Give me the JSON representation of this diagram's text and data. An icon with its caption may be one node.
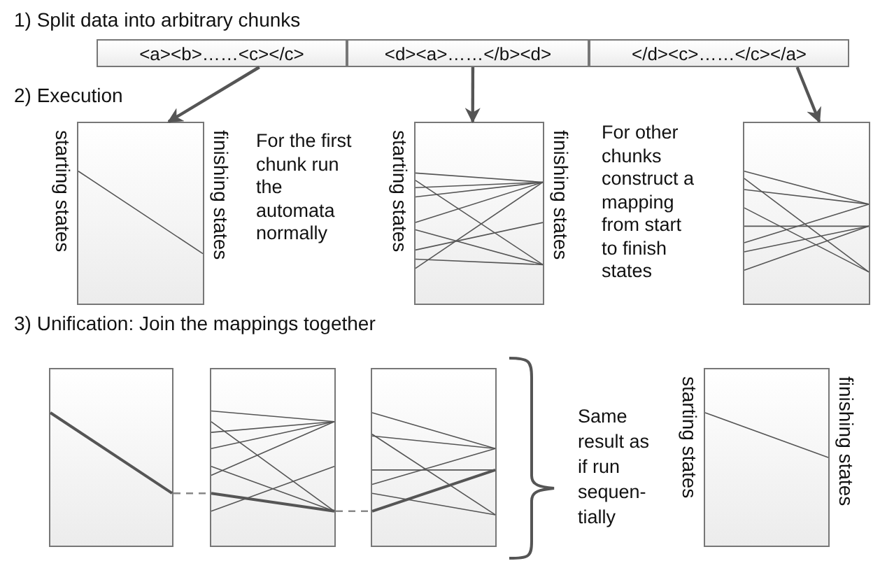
{
  "diagram": {
    "nodes": [
      {
        "text": [
          "<a><b>……<c></c>"
        ]
      },
      {
        "text": [
          "<d><a>……</b><d>"
        ]
      },
      {
        "text": [
          "</d><c>……</c></a>"
        ]
      },
      {
        "text": [],
        "shape": "box",
        "beside": [
          "starting states",
          "finishing states"
        ]
      },
      {
        "text": [],
        "shape": "box",
        "beside": [
          "starting states",
          "finishing states"
        ]
      },
      {
        "text": [],
        "shape": "box"
      },
      {
        "text": [],
        "shape": "box"
      },
      {
        "text": [],
        "shape": "box"
      },
      {
        "text": [],
        "shape": "box"
      },
      {
        "text": [],
        "shape": "box",
        "beside": [
          "starting states",
          "finishing states"
        ]
      }
    ],
    "edges": [
      {
        "from": 0,
        "to": 3,
        "arrow": "to"
      },
      {
        "from": 1,
        "to": 4,
        "arrow": "to"
      },
      {
        "from": 2,
        "to": 5,
        "arrow": "to"
      },
      {
        "from": 6,
        "to": 7,
        "arrow": "none",
        "style": "dashed"
      },
      {
        "from": 7,
        "to": 8,
        "arrow": "none",
        "style": "dashed"
      }
    ],
    "labels": [
      "1) Split data into arbitrary chunks",
      "2) Execution",
      "For the first chunk run the automata normally",
      "For other chunks construct a mapping from start to finish states",
      "3) Unification: Join the mappings together",
      "Same result as if run sequen- tially"
    ]
  }
}
